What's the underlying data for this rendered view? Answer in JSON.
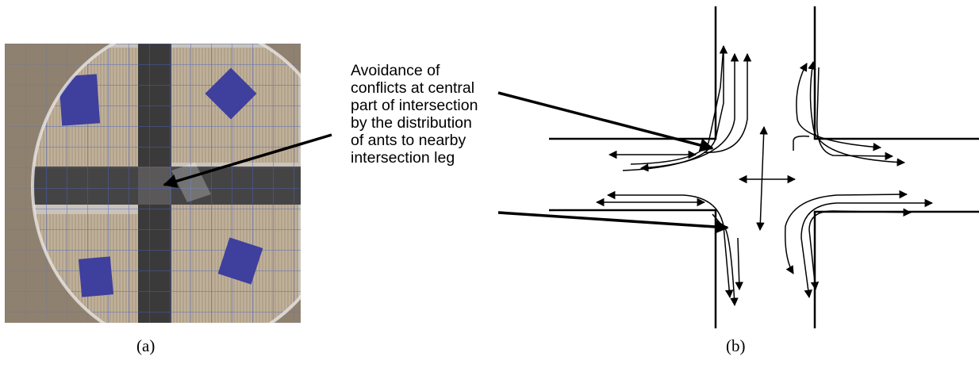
{
  "annotation": "Avoidance of\nconflicts at central\npart of intersection\nby the distribution\nof ants to nearby\nintersection leg",
  "captions": {
    "a": "(a)",
    "b": "(b)"
  },
  "colors": {
    "marker": "#3f3f9e",
    "line": "#000000",
    "photo_bg": "#8a7d6c"
  }
}
